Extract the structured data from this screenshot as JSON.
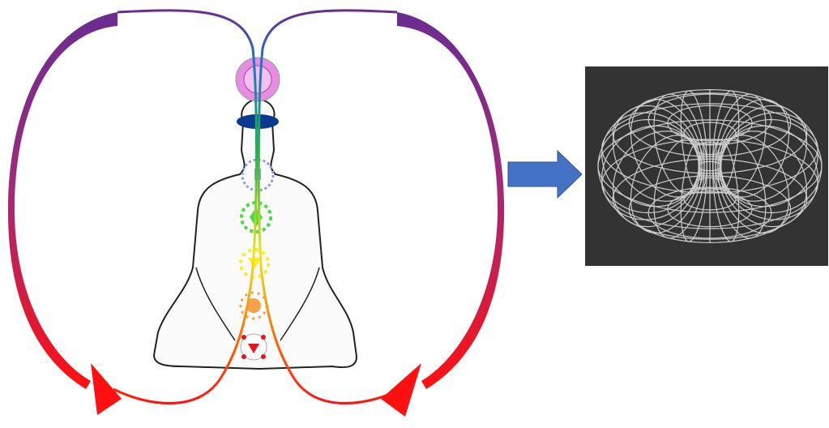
{
  "colors": {
    "loop_top": "#6a2c91",
    "loop_mid": "#c2185b",
    "loop_bottom": "#ff1010",
    "channel_top": "#1e6fd0",
    "channel_green": "#22b14c",
    "channel_yellow": "#f7e31a",
    "channel_orange": "#ff7a00",
    "arrow": "#4472c4",
    "torus_bg": "#333333",
    "torus_wire": "#e8e8e8"
  },
  "chakras": [
    {
      "name": "crown",
      "color": "#e58ee0"
    },
    {
      "name": "third-eye",
      "color": "#0a3a8f"
    },
    {
      "name": "throat",
      "color": "#8a9ae8"
    },
    {
      "name": "heart",
      "color": "#44dd44"
    },
    {
      "name": "solar-plexus",
      "color": "#f5ef2a"
    },
    {
      "name": "sacral",
      "color": "#f5a24a"
    },
    {
      "name": "root",
      "color": "#e8121a"
    }
  ]
}
